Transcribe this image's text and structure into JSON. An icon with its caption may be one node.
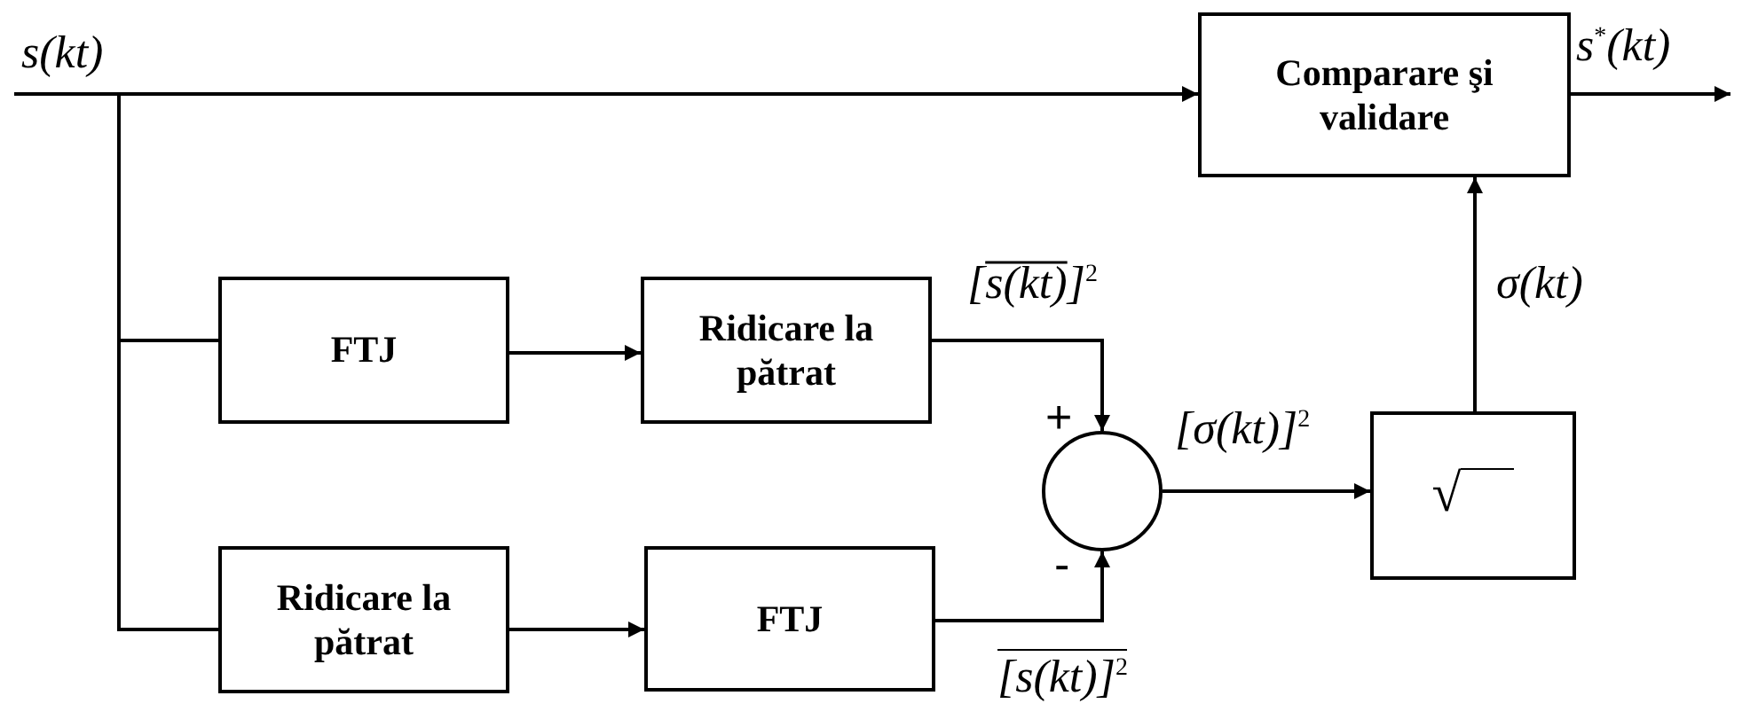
{
  "diagram": {
    "nodes": [
      {
        "text": [
          "Comparare şi validare"
        ]
      },
      {
        "text": [
          "FTJ"
        ]
      },
      {
        "text": [
          "Ridicare la pătrat"
        ]
      },
      {
        "text": [
          "Ridicare la pătrat"
        ]
      },
      {
        "text": [
          "FTJ"
        ]
      },
      {
        "text": [],
        "shape": "circle"
      },
      {
        "text": [
          "√"
        ]
      }
    ],
    "edges": [
      {
        "from": null,
        "to": 0,
        "arrow": "to"
      },
      {
        "from": null,
        "to": 1,
        "arrow": "none"
      },
      {
        "from": null,
        "to": 3,
        "arrow": "none"
      },
      {
        "from": 1,
        "to": 2,
        "arrow": "to"
      },
      {
        "from": 3,
        "to": 4,
        "arrow": "to"
      },
      {
        "from": 2,
        "to": 5,
        "arrow": "to",
        "label": "[s(kt)]$^{2}$"
      },
      {
        "from": 4,
        "to": 5,
        "arrow": "to",
        "label": "[s(kt)]$^{2}$"
      },
      {
        "from": 5,
        "to": 6,
        "arrow": "to",
        "label": "[σ(kt)]$^{2}$"
      },
      {
        "from": 6,
        "to": 0,
        "arrow": "to",
        "label": "σ(kt)"
      },
      {
        "from": 0,
        "to": null,
        "arrow": "to",
        "label": "s$^{*}$(kt)"
      }
    ],
    "labels": [
      "s(kt)",
      "+",
      "-"
    ]
  }
}
